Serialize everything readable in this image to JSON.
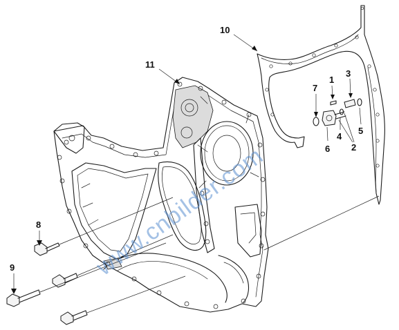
{
  "callouts": {
    "c1": "1",
    "c2": "2",
    "c3": "3",
    "c4": "4",
    "c5": "5",
    "c6": "6",
    "c7": "7",
    "c8": "8",
    "c9": "9",
    "c10": "10",
    "c11": "11"
  },
  "watermark": "www.cnbilder.com",
  "colors": {
    "line": "#1a1a1a",
    "watermark": "#5a8fd0",
    "background": "#ffffff"
  }
}
